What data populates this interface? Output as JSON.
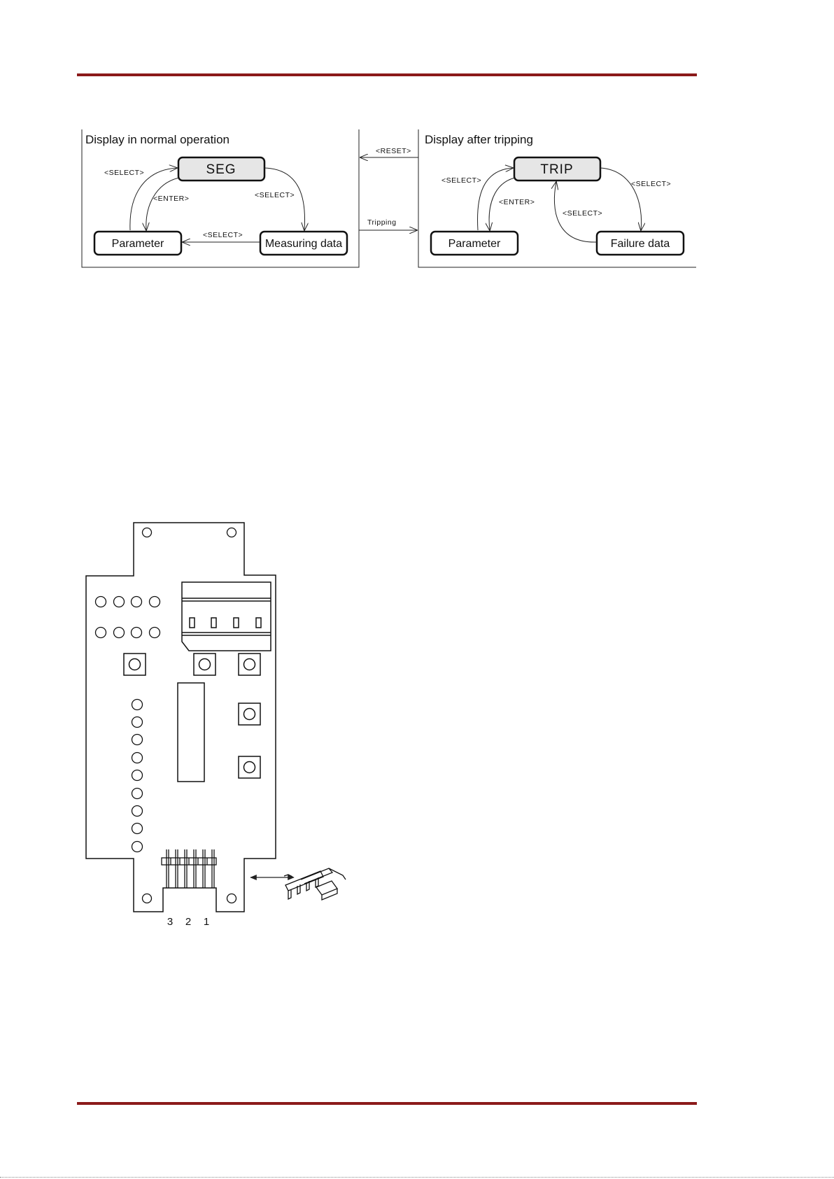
{
  "flow": {
    "normal_title": "Display in normal operation",
    "trip_title": "Display after tripping",
    "seg_label": "SEG",
    "trip_label": "TRIP",
    "parameter_label": "Parameter",
    "measuring_label": "Measuring data",
    "failure_label": "Failure data",
    "select_label": "<SELECT>",
    "enter_label": "<ENTER>",
    "reset_label": "<RESET>",
    "tripping_label": "Tripping"
  },
  "board": {
    "pin_labels": [
      "3",
      "2",
      "1"
    ]
  },
  "colors": {
    "rule": "#8b1a1a",
    "node_fill_highlight": "#e6e6e6"
  }
}
